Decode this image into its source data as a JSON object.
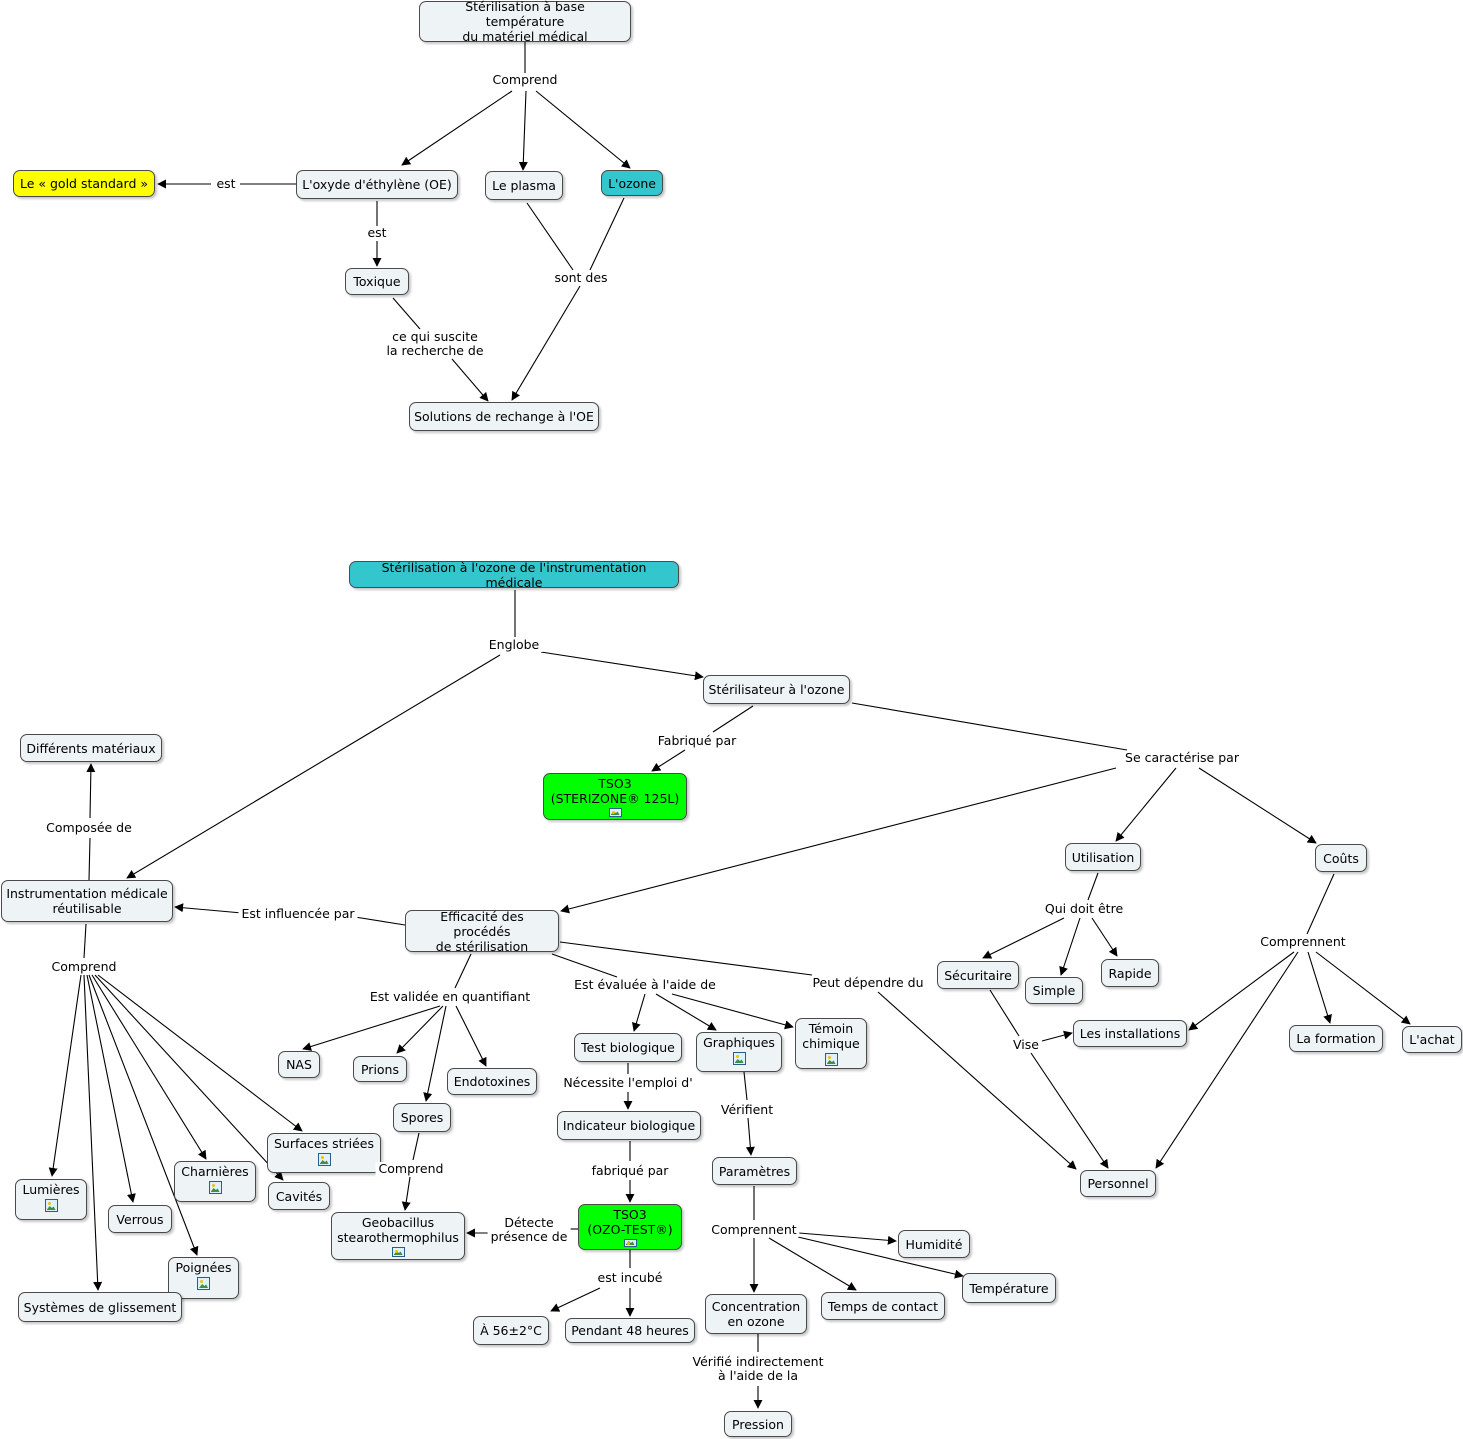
{
  "nodes": {
    "n_ster_temp": "Stérilisation à base température\ndu matériel médical",
    "n_gold": "Le « gold standard »",
    "n_oe": "L'oxyde d'éthylène (OE)",
    "n_plasma": "Le plasma",
    "n_ozone": "L'ozone",
    "n_toxique": "Toxique",
    "n_solutions": "Solutions de rechange à l'OE",
    "n_ster_ozone": "Stérilisation à l'ozone de l'instrumentation médicale",
    "n_sterilisateur": "Stérilisateur à l'ozone",
    "n_tso3_125": "TSO3\n(STERIZONE® 125L)",
    "n_diff_mat": "Différents matériaux",
    "n_instr": "Instrumentation médicale\nréutilisable",
    "n_efficacite": "Efficacité des procédés\nde stérilisation",
    "n_utilisation": "Utilisation",
    "n_couts": "Coûts",
    "n_securitaire": "Sécuritaire",
    "n_simple": "Simple",
    "n_rapide": "Rapide",
    "n_installations": "Les installations",
    "n_formation": "La formation",
    "n_achat": "L'achat",
    "n_personnel": "Personnel",
    "n_nas": "NAS",
    "n_prions": "Prions",
    "n_endotoxines": "Endotoxines",
    "n_spores": "Spores",
    "n_geobacillus": "Geobacillus\nstearothermophilus",
    "n_test_bio": "Test biologique",
    "n_graphiques": "Graphiques",
    "n_temoin": "Témoin\nchimique",
    "n_indicateur": "Indicateur biologique",
    "n_tso3_ozo": "TSO3\n(OZO-TEST®)",
    "n_56": "À 56±2°C",
    "n_48h": "Pendant 48 heures",
    "n_parametres": "Paramètres",
    "n_humidite": "Humidité",
    "n_temperature": "Température",
    "n_temps_contact": "Temps de contact",
    "n_concentration": "Concentration\nen ozone",
    "n_pression": "Pression",
    "n_surfaces": "Surfaces striées",
    "n_charnieres": "Charnières",
    "n_cavites": "Cavités",
    "n_lumieres": "Lumières",
    "n_verrous": "Verrous",
    "n_poignees": "Poignées",
    "n_systemes": "Systèmes de glissement"
  },
  "links": {
    "l_comprend1": "Comprend",
    "l_est1": "est",
    "l_est2": "est",
    "l_sontdes": "sont des",
    "l_suscite": "ce qui suscite\nla recherche de",
    "l_englobe": "Englobe",
    "l_fabrique1": "Fabriqué par",
    "l_caracterise": "Se caractérise par",
    "l_composee": "Composée de",
    "l_influencee": "Est influencée par",
    "l_comprend2": "Comprend",
    "l_validee": "Est validée en quantifiant",
    "l_evaluee": "Est évaluée à l'aide de",
    "l_dependre": "Peut dépendre du",
    "l_quidoit": "Qui doit être",
    "l_comprennent1": "Comprennent",
    "l_vise": "Vise",
    "l_comprend3": "Comprend",
    "l_necessite": "Nécessite l'emploi d'",
    "l_fabrique2": "fabriqué par",
    "l_detecte": "Détecte\nprésence de",
    "l_incube": "est incubé",
    "l_verifient": "Vérifient",
    "l_comprennent2": "Comprennent",
    "l_verifie": "Vérifié indirectement\nà l'aide de la"
  },
  "colors": {
    "default_node": "#eef3f6",
    "gold_node": "#ffff00",
    "ozone_node": "#33c6cc",
    "tso3_node": "#00ff00",
    "line": "#000000"
  },
  "icons": [
    "image-attachment-icon"
  ]
}
